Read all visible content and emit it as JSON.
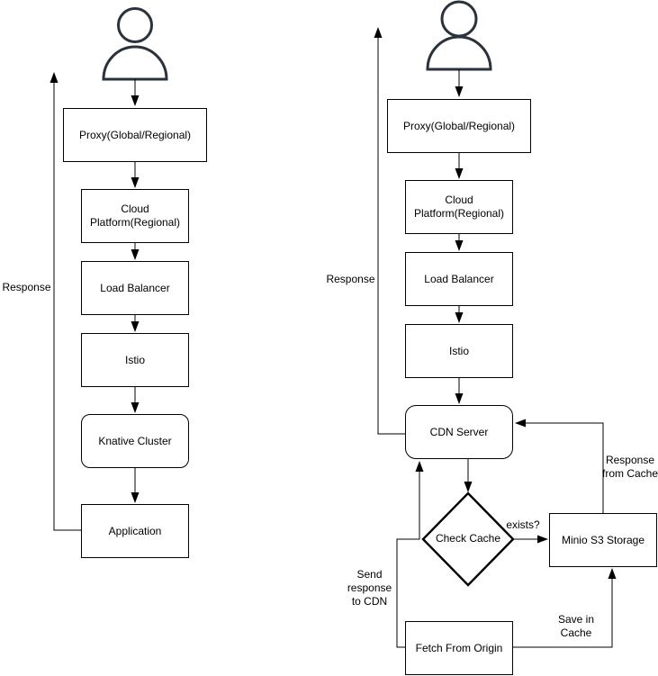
{
  "colors": {
    "background": "#ffffff",
    "shape_stroke": "#000000",
    "shape_fill": "#ffffff",
    "text": "#000000",
    "actor_icon": "#2a323c"
  },
  "left_flow": {
    "actor_icon": "user-icon",
    "response_label": "Response",
    "nodes": [
      {
        "label": "Proxy(Global/Regional)"
      },
      {
        "label": "Cloud Platform(Regional)"
      },
      {
        "label": "Load Balancer"
      },
      {
        "label": "Istio"
      },
      {
        "label": "Knative Cluster"
      },
      {
        "label": "Application"
      }
    ]
  },
  "right_flow": {
    "actor_icon": "user-icon",
    "response_label": "Response",
    "nodes": [
      {
        "label": "Proxy(Global/Regional)"
      },
      {
        "label": "Cloud Platform(Regional)"
      },
      {
        "label": "Load Balancer"
      },
      {
        "label": "Istio"
      },
      {
        "label": "CDN Server"
      },
      {
        "label": "Check Cache"
      },
      {
        "label": "Minio S3 Storage"
      },
      {
        "label": "Fetch From Origin"
      }
    ],
    "edge_labels": {
      "exists": "exists?",
      "response_from_cache": "Response from Cache",
      "send_response_to_cdn": "Send response to CDN",
      "save_in_cache": "Save in Cache"
    }
  }
}
